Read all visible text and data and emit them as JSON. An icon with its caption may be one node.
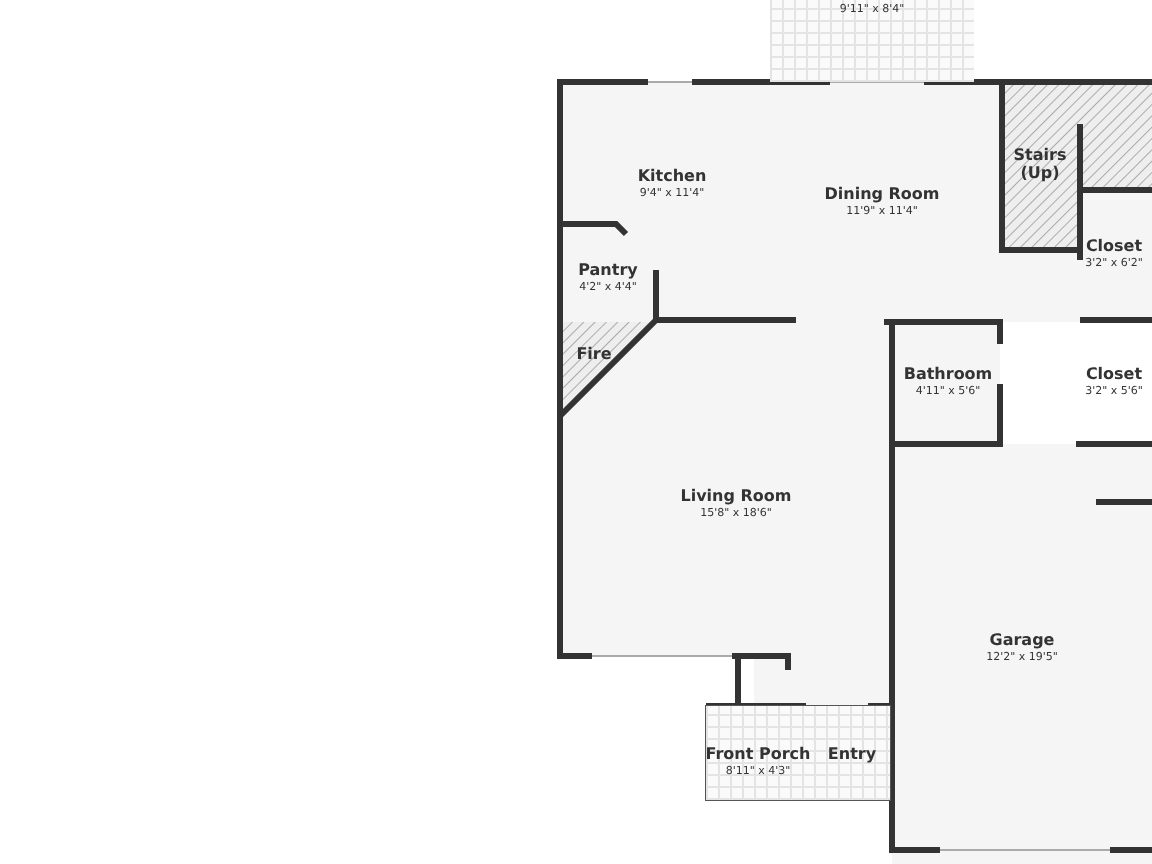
{
  "diagram": {
    "nodes": [
      {
        "text": [
          "9'11\" x 8'4\""
        ]
      },
      {
        "text": [
          "Kitchen",
          "9'4\" x 11'4\""
        ]
      },
      {
        "text": [
          "Dining Room",
          "11'9\" x 11'4\""
        ]
      },
      {
        "text": [
          "Stairs (Up)"
        ]
      },
      {
        "text": [
          "Closet",
          "3'2\" x 6'2\""
        ]
      },
      {
        "text": [
          "Pantry",
          "4'2\" x 4'4\""
        ]
      },
      {
        "text": [
          "Fire"
        ]
      },
      {
        "text": [
          "Bathroom",
          "4'11\" x 5'6\""
        ]
      },
      {
        "text": [
          "Closet",
          "3'2\" x 5'6\""
        ]
      },
      {
        "text": [
          "Living Room",
          "15'8\" x 18'6\""
        ]
      },
      {
        "text": [
          "Garage",
          "12'2\" x 19'5\""
        ]
      },
      {
        "text": [
          "Front Porch",
          "8'11\" x 4'3\""
        ]
      }
    ],
    "labels": [
      "Entry"
    ]
  }
}
